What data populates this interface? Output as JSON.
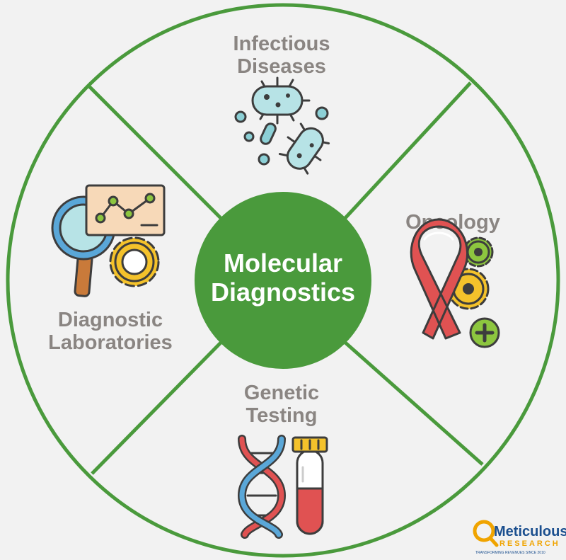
{
  "colors": {
    "background": "#f2f2f2",
    "ring": "#4a9a3c",
    "center_fill": "#4a9a3c",
    "center_text": "#ffffff",
    "segment_text": "#8a8582",
    "brand_blue": "#1b4f8f",
    "brand_gold": "#f0a400"
  },
  "center": {
    "line1": "Molecular",
    "line2": "Diagnostics"
  },
  "segments": {
    "top": {
      "line1": "Infectious",
      "line2": "Diseases",
      "icon": "bacteria-icon"
    },
    "right": {
      "line1": "Oncology",
      "icon": "cancer-ribbon-icon"
    },
    "bottom": {
      "line1": "Genetic",
      "line2": "Testing",
      "icon": "dna-test-tube-icon"
    },
    "left": {
      "line1": "Diagnostic",
      "line2": "Laboratories",
      "icon": "lab-analysis-icon"
    }
  },
  "brand": {
    "name": "Meticulous",
    "sub": "RESEARCH",
    "tagline": "TRANSFORMING REVENUES SINCE 2010",
    "icon": "magnifier-logo-icon"
  }
}
